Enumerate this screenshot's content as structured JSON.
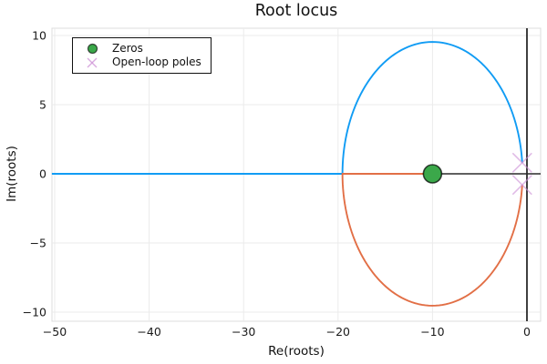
{
  "title": "Root locus",
  "axis_labels": {
    "x": "Re(roots)",
    "y": "Im(roots)"
  },
  "legend": {
    "position": "top-left",
    "items": [
      {
        "label": "Zeros",
        "marker": "filled-circle",
        "color": "#3ba84a"
      },
      {
        "label": "Open-loop poles",
        "marker": "cross",
        "color": "#cd8fd6"
      }
    ]
  },
  "colors": {
    "branch1": "#119cf4",
    "branch2": "#e26f46",
    "zero_fill": "#3ba84a",
    "zero_stroke": "#1b3d22",
    "pole_cross": "#cd8fd6",
    "axis_line": "#2a2a2a",
    "gridline": "#ebebeb",
    "plot_border": "#dcdcdc",
    "text": "#1a1a1a"
  },
  "chart_data": {
    "type": "line",
    "title": "Root locus",
    "xlabel": "Re(roots)",
    "ylabel": "Im(roots)",
    "xlim": [
      -50.3,
      1.4
    ],
    "ylim": [
      -10.6,
      10.5
    ],
    "grid": true,
    "legend_position": "top-left",
    "xticks": [
      {
        "v": -50,
        "label": "−50"
      },
      {
        "v": -40,
        "label": "−40"
      },
      {
        "v": -30,
        "label": "−30"
      },
      {
        "v": -20,
        "label": "−20"
      },
      {
        "v": -10,
        "label": "−10"
      },
      {
        "v": 0,
        "label": "0"
      }
    ],
    "yticks": [
      {
        "v": 10,
        "label": "10"
      },
      {
        "v": 5,
        "label": "5"
      },
      {
        "v": 0,
        "label": "0"
      },
      {
        "v": -5,
        "label": "−5"
      },
      {
        "v": -10,
        "label": "−10"
      }
    ],
    "zeros": [
      {
        "re": -10,
        "im": 0
      }
    ],
    "open_loop_poles": [
      {
        "re": -0.5,
        "im": 0.8
      },
      {
        "re": -0.5,
        "im": -0.8
      }
    ],
    "breakin_re": -19.5,
    "series": [
      {
        "name": "locus branch 1 (upper)",
        "color": "#119cf4",
        "description": "circle of radius 9.53 centered at the zero (-10,0): from pole -0.5+0.8j over the top to break-in at -19.5, then along real axis to left edge",
        "points": [
          [
            -0.5,
            0.8
          ],
          [
            -1.75,
            4.77
          ],
          [
            -5.24,
            8.25
          ],
          [
            -10,
            9.53
          ],
          [
            -14.77,
            8.25
          ],
          [
            -18.25,
            4.77
          ],
          [
            -19.53,
            0
          ],
          [
            -50.3,
            0
          ]
        ]
      },
      {
        "name": "locus branch 2 (lower)",
        "color": "#e26f46",
        "description": "from pole -0.5-0.8j under the bottom of the circle to break-in at -19.5, then along real axis to the zero at -10",
        "points": [
          [
            -0.5,
            -0.8
          ],
          [
            -1.75,
            -4.77
          ],
          [
            -5.24,
            -8.25
          ],
          [
            -10,
            -9.53
          ],
          [
            -14.77,
            -8.25
          ],
          [
            -18.25,
            -4.77
          ],
          [
            -19.53,
            0
          ],
          [
            -10,
            0
          ]
        ]
      }
    ]
  }
}
